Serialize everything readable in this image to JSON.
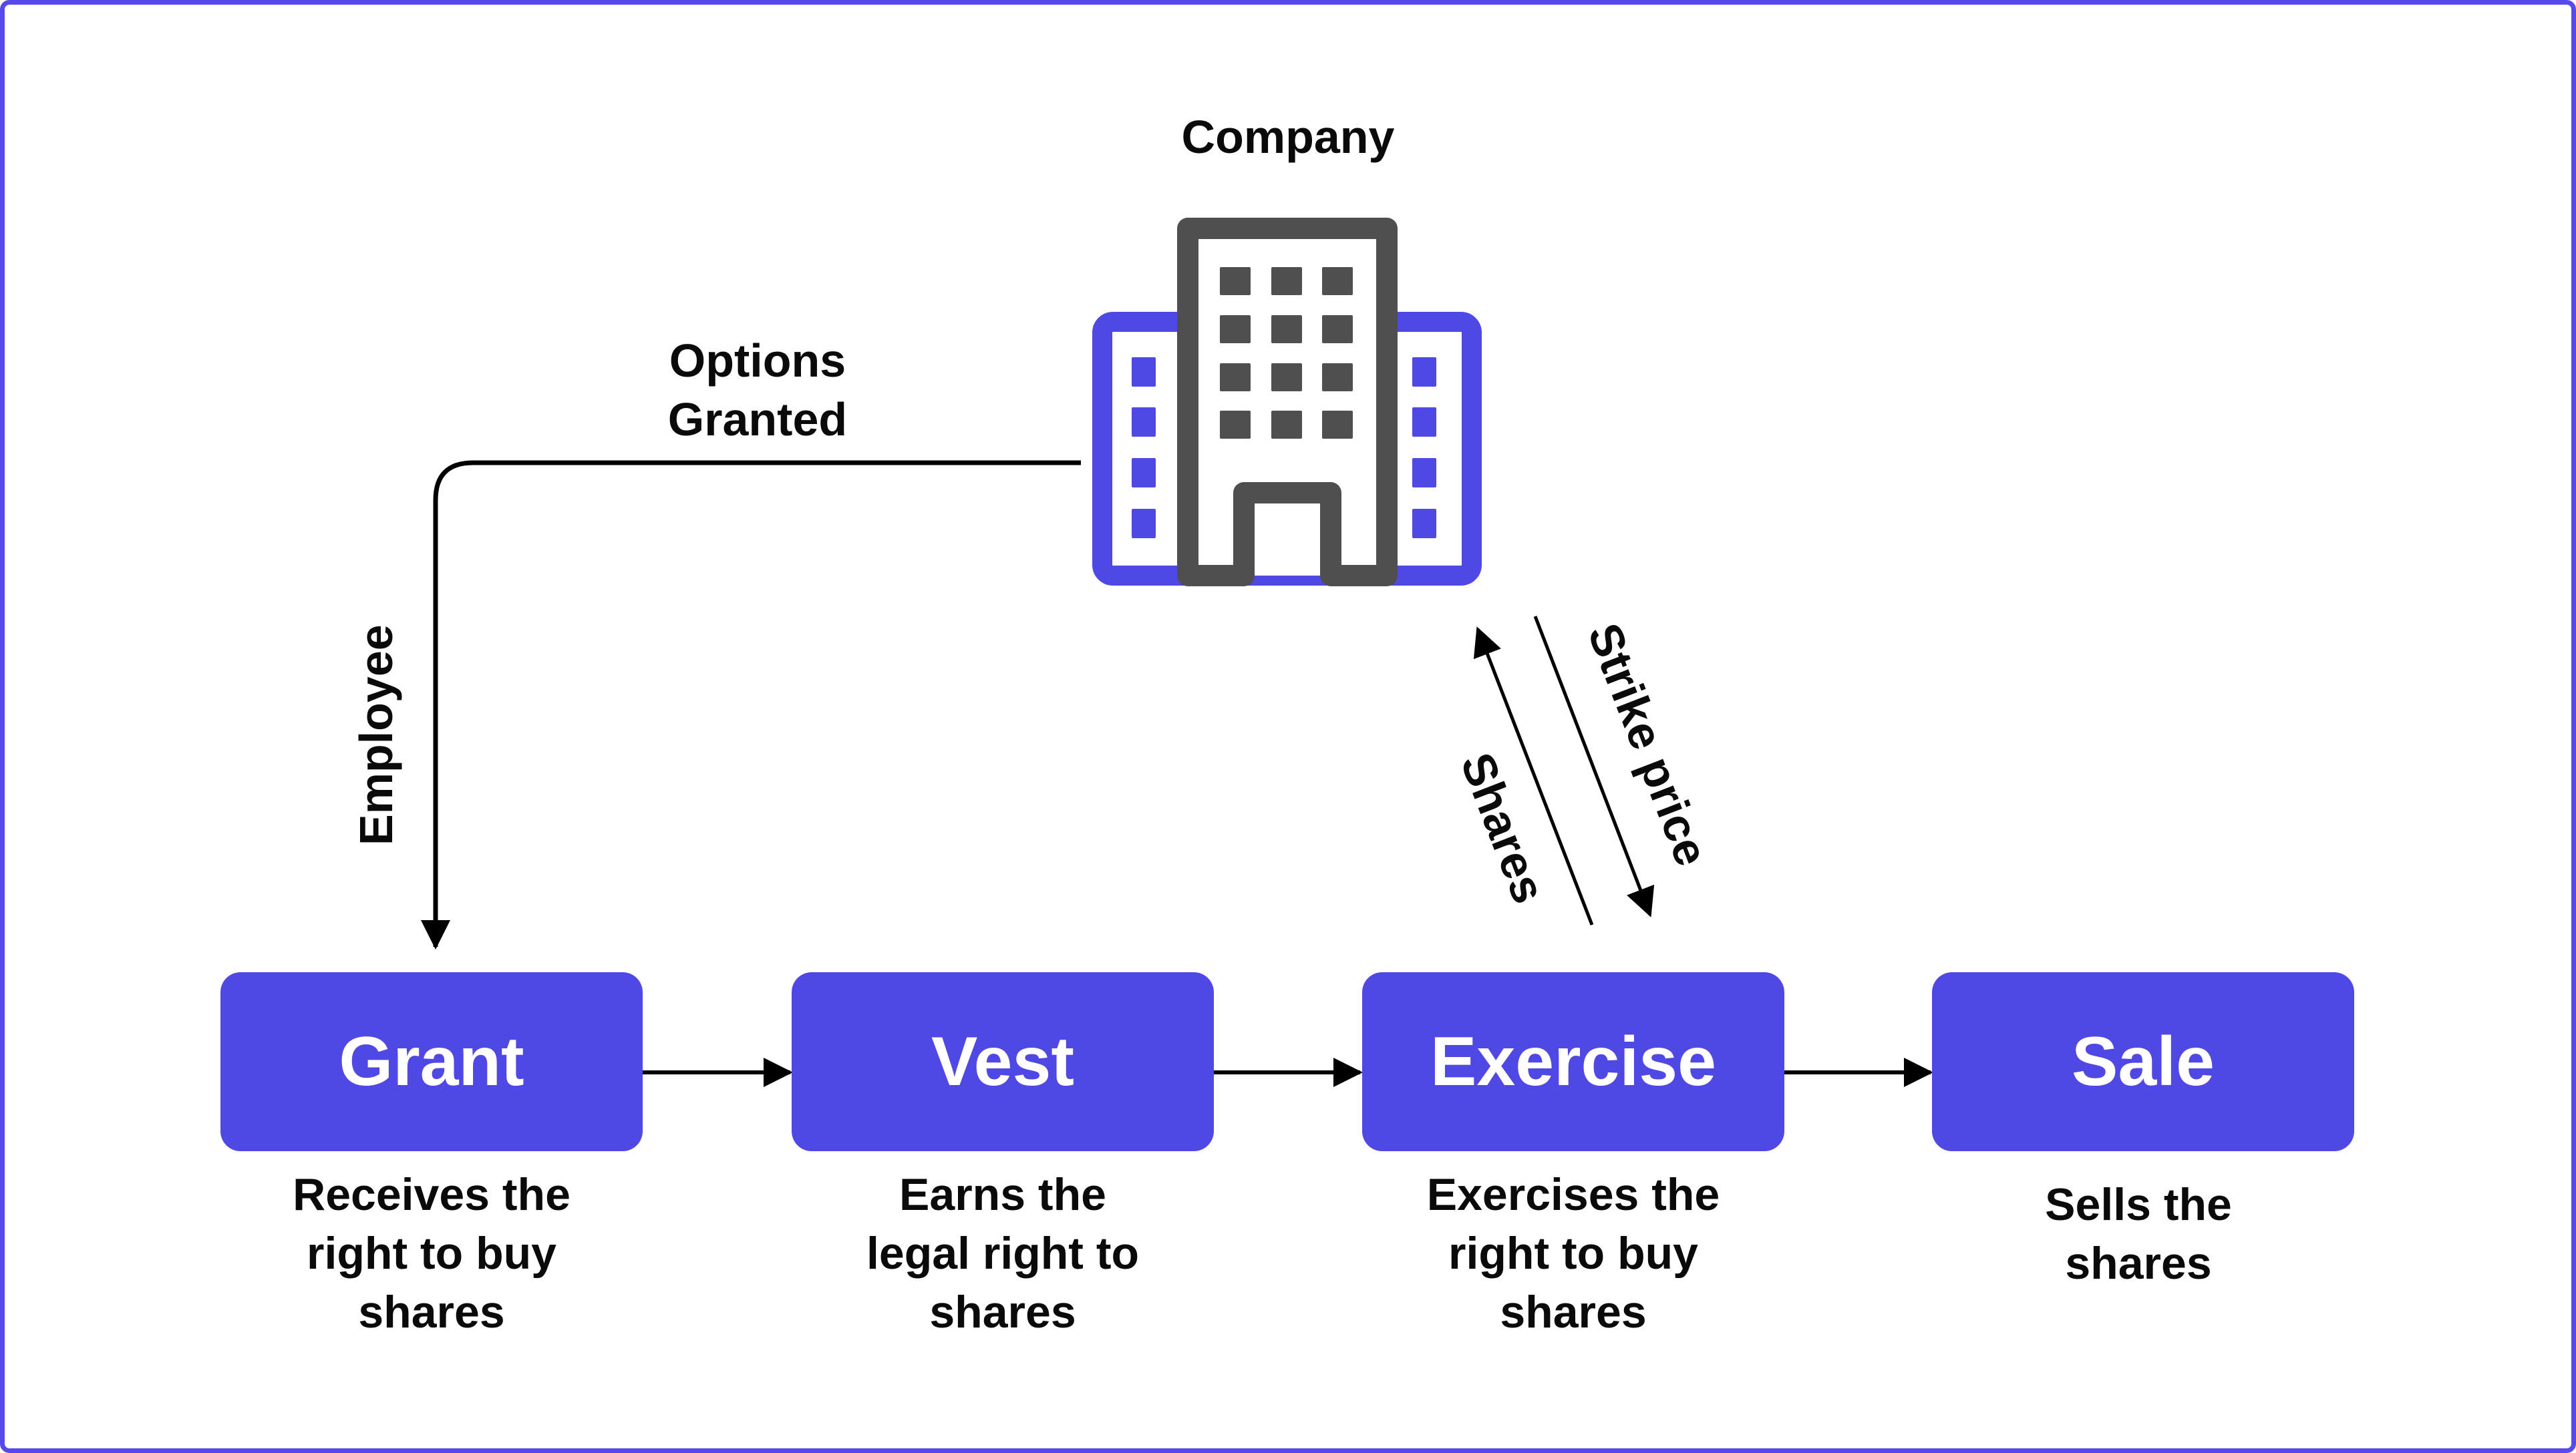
{
  "diagram": {
    "company_label": "Company",
    "options_granted_label": "Options\nGranted",
    "employee_label": "Employee",
    "shares_label": "Shares",
    "strike_price_label": "Strike price",
    "icons": {
      "company": "office-building-icon"
    },
    "colors": {
      "accent": "#5048E5",
      "frame": "#564AE9",
      "building_gray": "#4F4F4F",
      "text": "#0A0A0A"
    },
    "steps": [
      {
        "label": "Grant",
        "description": "Receives the\nright to buy\nshares"
      },
      {
        "label": "Vest",
        "description": "Earns the\nlegal right to\nshares"
      },
      {
        "label": "Exercise",
        "description": "Exercises the\nright to buy\nshares"
      },
      {
        "label": "Sale",
        "description": "Sells the\nshares"
      }
    ]
  }
}
